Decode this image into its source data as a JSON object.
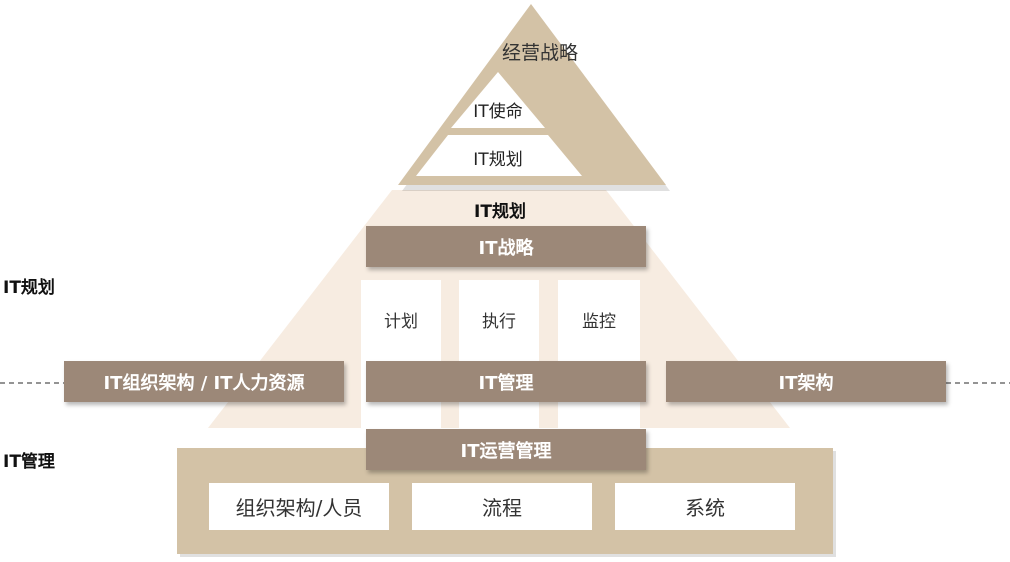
{
  "top_triangle": {
    "title": "经营战略",
    "item1": "IT使命",
    "item2": "IT规划"
  },
  "middle": {
    "heading": "IT规划",
    "strategy_bar": "IT战略",
    "columns": [
      "计划",
      "执行",
      "监控"
    ],
    "left_bar": "IT组织架构 / IT人力资源",
    "center_bar": "IT管理",
    "right_bar": "IT架构"
  },
  "bottom": {
    "ops_bar": "IT运营管理",
    "boxes": [
      "组织架构/人员",
      "流程",
      "系统"
    ]
  },
  "side_labels": {
    "upper": "IT规划",
    "lower": "IT管理"
  },
  "colors": {
    "triangle_fill": "#d3c2a6",
    "pyramid_fill": "#f7ece1",
    "dark_bar": "#9c8878",
    "bottom_panel": "#d3c2a6"
  }
}
